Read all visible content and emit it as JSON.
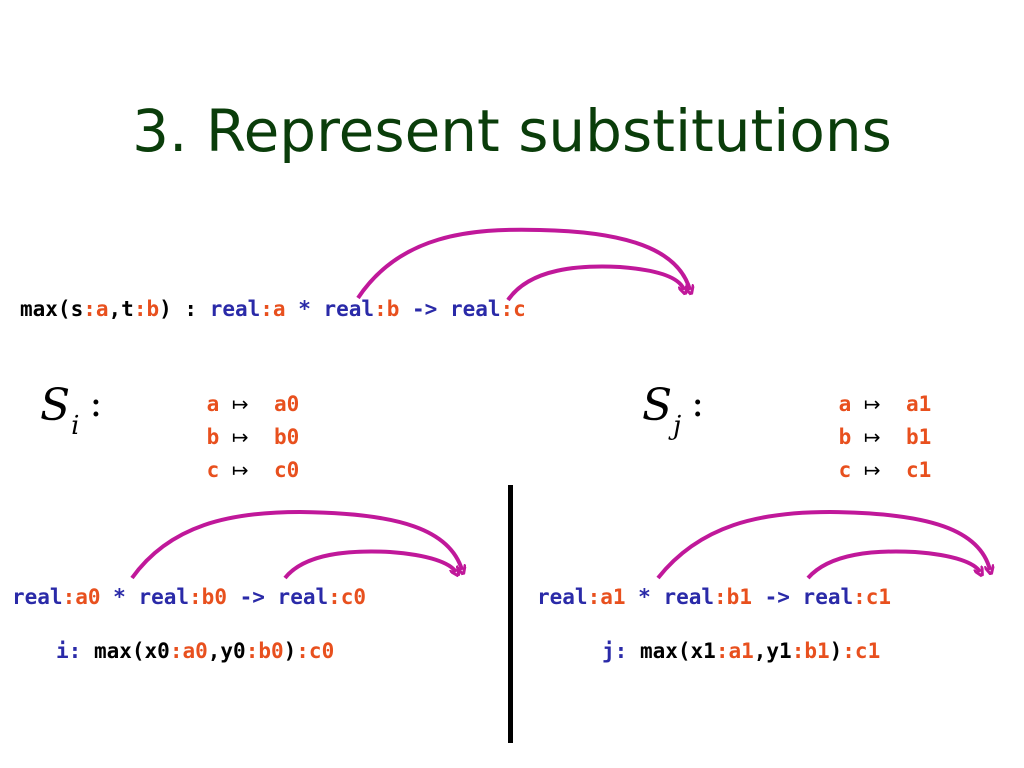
{
  "title": "3. Represent substitutions",
  "signature": [
    {
      "text": "max(s",
      "role": "k"
    },
    {
      "text": ":a",
      "role": "v"
    },
    {
      "text": ",t",
      "role": "k"
    },
    {
      "text": ":b",
      "role": "v"
    },
    {
      "text": ") : ",
      "role": "k"
    },
    {
      "text": "real",
      "role": "t"
    },
    {
      "text": ":a",
      "role": "v"
    },
    {
      "text": " * ",
      "role": "t"
    },
    {
      "text": "real",
      "role": "t"
    },
    {
      "text": ":b",
      "role": "v"
    },
    {
      "text": " -> ",
      "role": "t"
    },
    {
      "text": "real",
      "role": "t"
    },
    {
      "text": ":c",
      "role": "v"
    }
  ],
  "subst_i": {
    "label": "S",
    "index": "i",
    "colon": ":",
    "maps_to_symbol": "↦",
    "rows": [
      {
        "from": "a",
        "to": "a0"
      },
      {
        "from": "b",
        "to": "b0"
      },
      {
        "from": "c",
        "to": "c0"
      }
    ]
  },
  "subst_j": {
    "label": "S",
    "index": "j",
    "colon": ":",
    "maps_to_symbol": "↦",
    "rows": [
      {
        "from": "a",
        "to": "a1"
      },
      {
        "from": "b",
        "to": "b1"
      },
      {
        "from": "c",
        "to": "c1"
      }
    ]
  },
  "left_type": [
    {
      "text": "real",
      "role": "t"
    },
    {
      "text": ":a0",
      "role": "v"
    },
    {
      "text": " * ",
      "role": "t"
    },
    {
      "text": "real",
      "role": "t"
    },
    {
      "text": ":b0",
      "role": "v"
    },
    {
      "text": " -> ",
      "role": "t"
    },
    {
      "text": "real",
      "role": "t"
    },
    {
      "text": ":c0",
      "role": "v"
    }
  ],
  "left_instance": [
    {
      "text": "i:",
      "role": "t"
    },
    {
      "text": " max(x0",
      "role": "k"
    },
    {
      "text": ":a0",
      "role": "v"
    },
    {
      "text": ",y0",
      "role": "k"
    },
    {
      "text": ":b0",
      "role": "v"
    },
    {
      "text": ")",
      "role": "k"
    },
    {
      "text": ":c0",
      "role": "v"
    }
  ],
  "right_type": [
    {
      "text": "real",
      "role": "t"
    },
    {
      "text": ":a1",
      "role": "v"
    },
    {
      "text": " * ",
      "role": "t"
    },
    {
      "text": "real",
      "role": "t"
    },
    {
      "text": ":b1",
      "role": "v"
    },
    {
      "text": " -> ",
      "role": "t"
    },
    {
      "text": "real",
      "role": "t"
    },
    {
      "text": ":c1",
      "role": "v"
    }
  ],
  "right_instance": [
    {
      "text": "j:",
      "role": "t"
    },
    {
      "text": " max(x1",
      "role": "k"
    },
    {
      "text": ":a1",
      "role": "v"
    },
    {
      "text": ",y1",
      "role": "k"
    },
    {
      "text": ":b1",
      "role": "v"
    },
    {
      "text": ")",
      "role": "k"
    },
    {
      "text": ":c1",
      "role": "v"
    }
  ],
  "colors": {
    "title": "#0a3d0a",
    "keyword": "#000000",
    "type": "#2a2aa8",
    "variable": "#e8501e",
    "arrow": "#c0189a"
  }
}
